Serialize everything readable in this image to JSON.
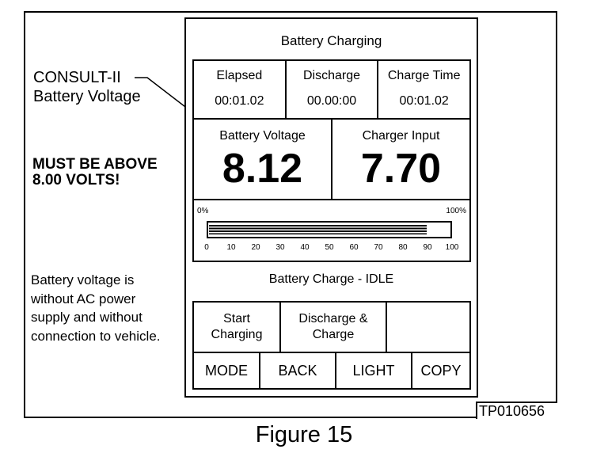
{
  "callout": {
    "title_line1": "CONSULT-II",
    "title_line2": "Battery Voltage",
    "warning_line1": "MUST BE ABOVE",
    "warning_line2": "8.00 VOLTS!",
    "note_lines": [
      "Battery voltage is",
      "without AC power",
      "supply and without",
      "connection to vehicle."
    ]
  },
  "screen": {
    "title": "Battery Charging",
    "timers": [
      {
        "label": "Elapsed",
        "value": "00:01.02"
      },
      {
        "label": "Discharge",
        "value": "00.00:00"
      },
      {
        "label": "Charge Time",
        "value": "00:01.02"
      }
    ],
    "readings": {
      "battery_label": "Battery Voltage",
      "battery_value": "8.12",
      "charger_label": "Charger Input",
      "charger_value": "7.70"
    },
    "progress": {
      "min_label": "0%",
      "max_label": "100%",
      "fraction": 0.9,
      "ticks": [
        "0",
        "10",
        "20",
        "30",
        "40",
        "50",
        "60",
        "70",
        "80",
        "90",
        "100"
      ]
    },
    "status": "Battery Charge - IDLE",
    "buttons_top": [
      {
        "line1": "Start",
        "line2": "Charging"
      },
      {
        "line1": "Discharge &",
        "line2": "Charge"
      },
      {
        "line1": "",
        "line2": ""
      }
    ],
    "buttons_bottom": [
      "MODE",
      "BACK",
      "LIGHT",
      "COPY"
    ]
  },
  "figure_code": "TP010656",
  "caption": "Figure 15"
}
